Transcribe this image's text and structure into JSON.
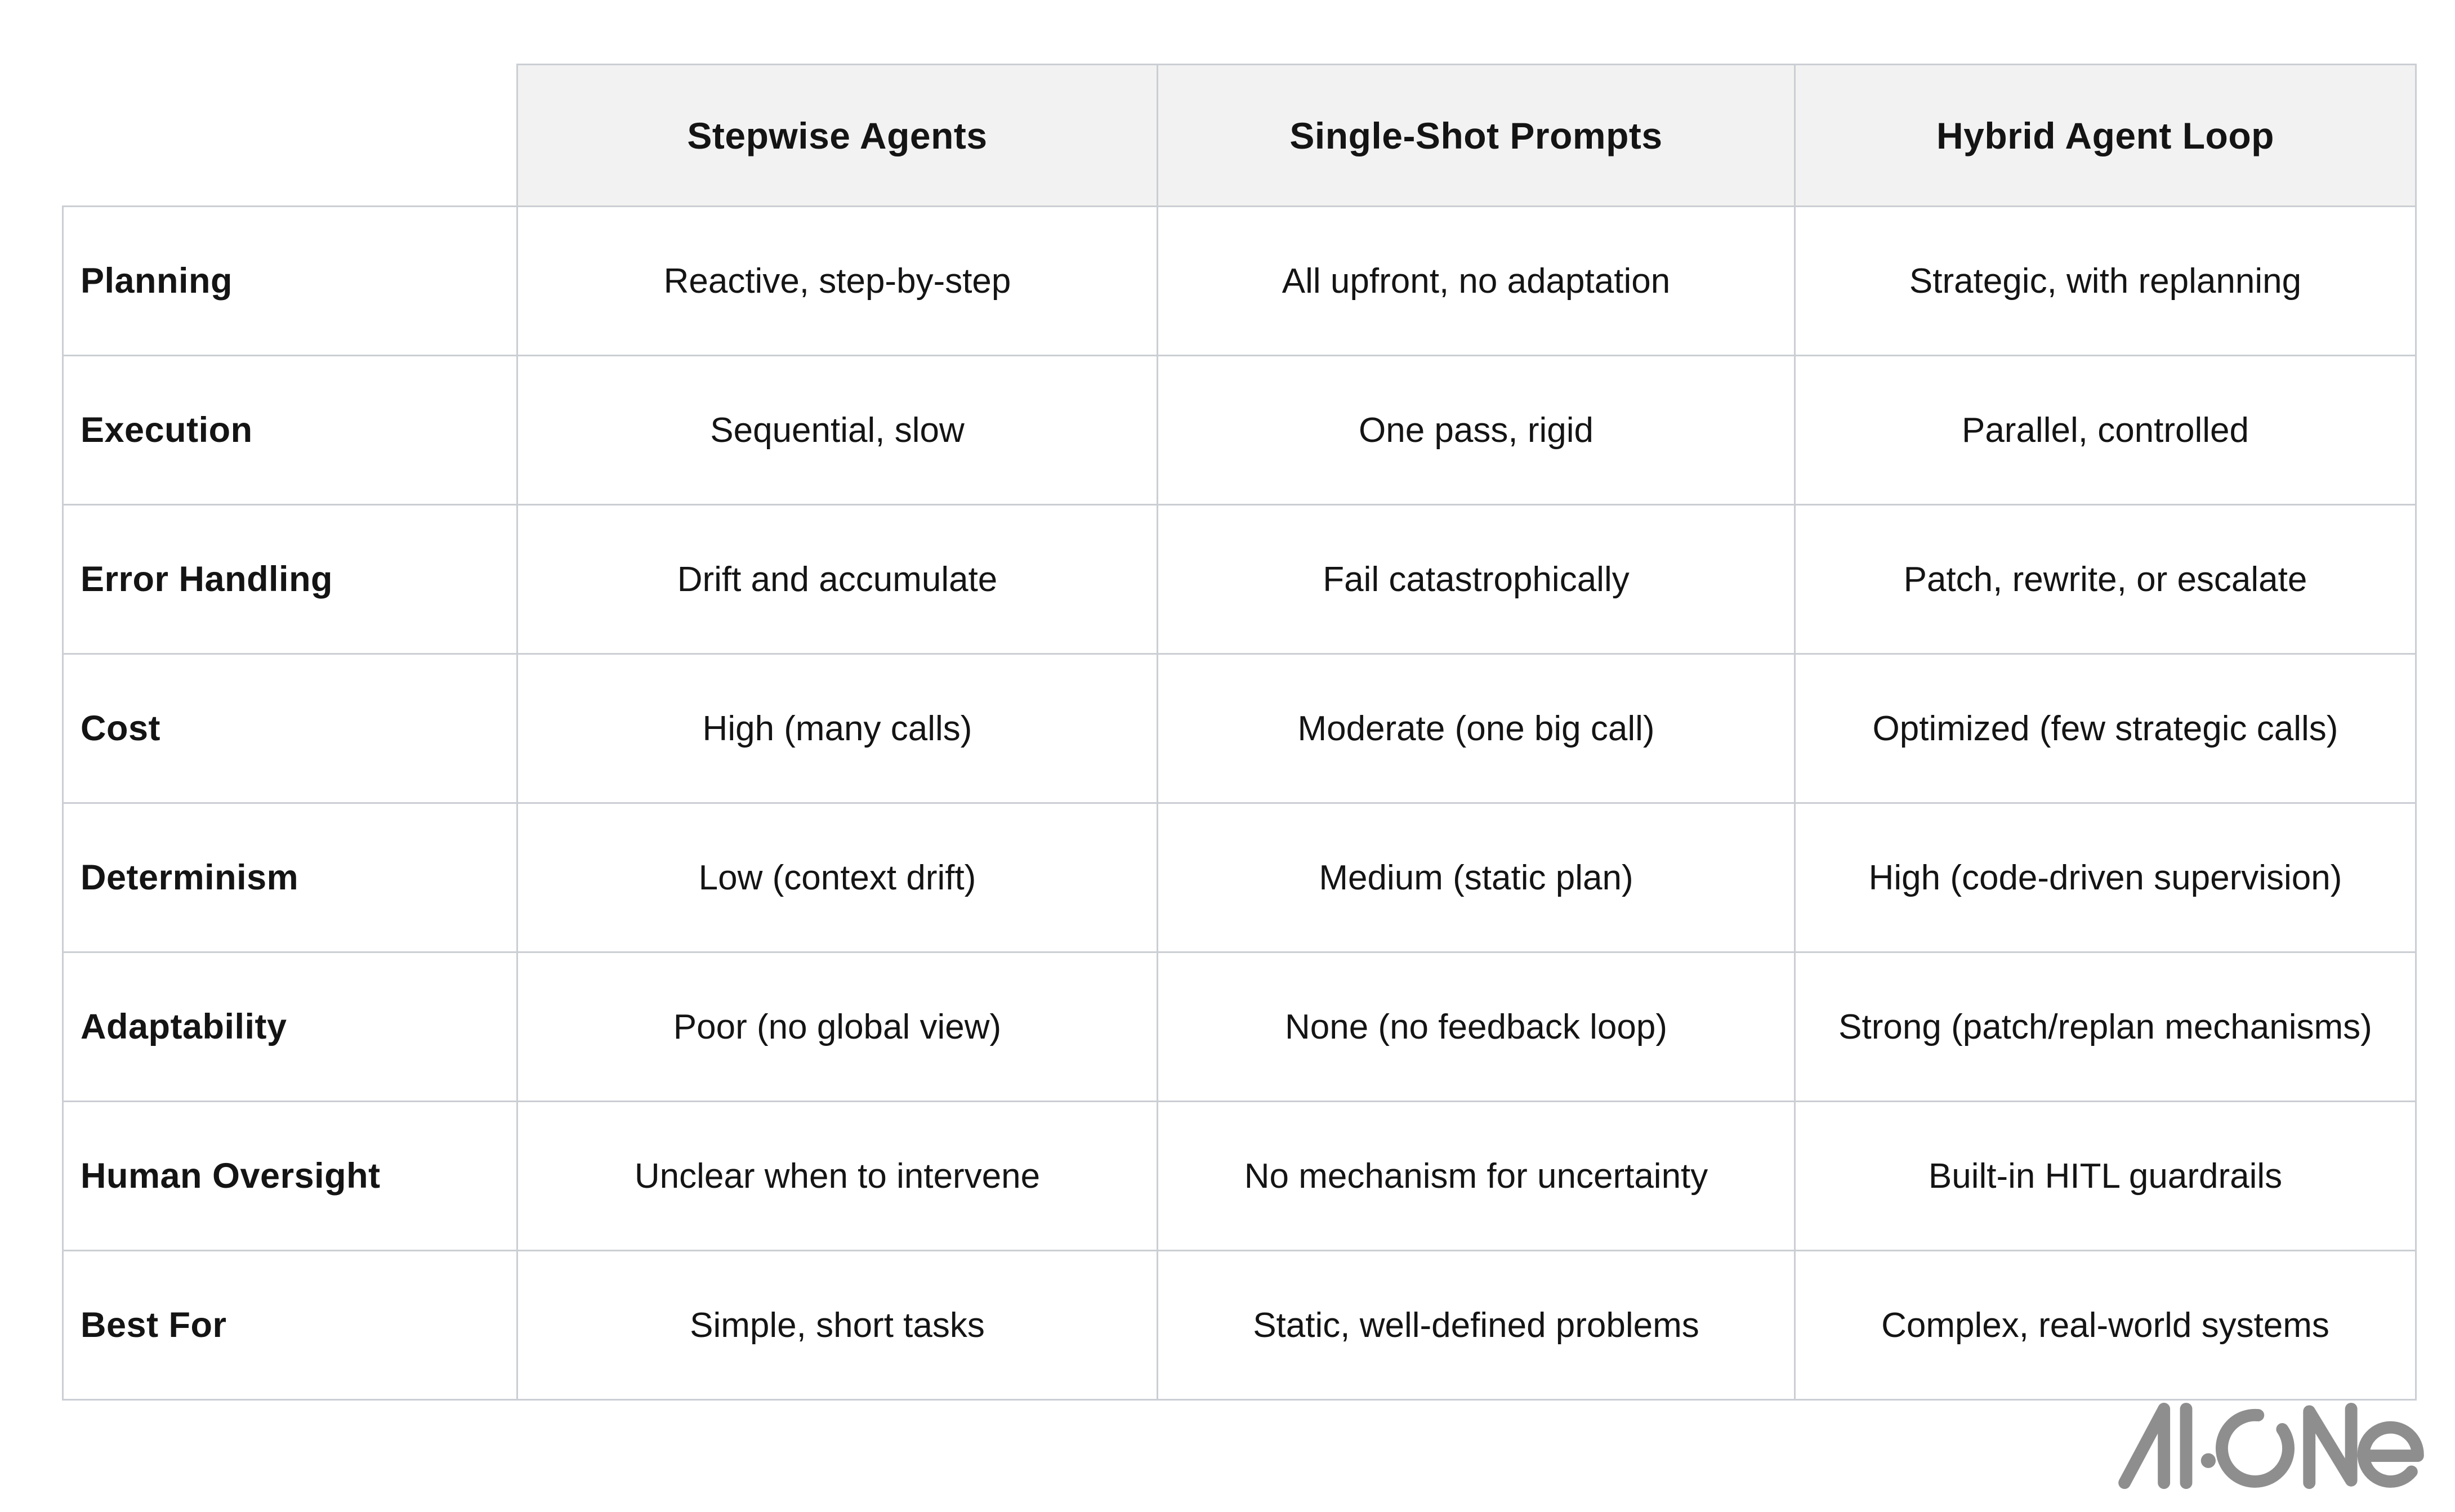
{
  "chart_data": {
    "type": "table",
    "columns": [
      "Stepwise Agents",
      "Single-Shot Prompts",
      "Hybrid Agent Loop"
    ],
    "rows": [
      {
        "label": "Planning",
        "values": [
          "Reactive, step-by-step",
          "All upfront, no adaptation",
          "Strategic, with replanning"
        ]
      },
      {
        "label": "Execution",
        "values": [
          "Sequential, slow",
          "One pass, rigid",
          "Parallel, controlled"
        ]
      },
      {
        "label": "Error Handling",
        "values": [
          "Drift and accumulate",
          "Fail catastrophically",
          "Patch, rewrite, or escalate"
        ]
      },
      {
        "label": "Cost",
        "values": [
          "High (many calls)",
          "Moderate (one big call)",
          "Optimized (few strategic calls)"
        ]
      },
      {
        "label": "Determinism",
        "values": [
          "Low (context drift)",
          "Medium (static plan)",
          "High (code-driven supervision)"
        ]
      },
      {
        "label": "Adaptability",
        "values": [
          "Poor (no global view)",
          "None (no feedback loop)",
          "Strong (patch/replan mechanisms)"
        ]
      },
      {
        "label": "Human Oversight",
        "values": [
          "Unclear when to intervene",
          "No mechanism for uncertainty",
          "Built-in HITL guardrails"
        ]
      },
      {
        "label": "Best For",
        "values": [
          "Simple, short tasks",
          "Static, well-defined problems",
          "Complex, real-world systems"
        ]
      }
    ],
    "legend": "none",
    "grid": "on"
  },
  "branding": {
    "logo_text": "AI·ONE"
  },
  "colors": {
    "background": "#ffffff",
    "header_bg": "#f2f2f2",
    "border": "#cbced3",
    "text": "#141414",
    "logo": "#8e8e8e"
  }
}
